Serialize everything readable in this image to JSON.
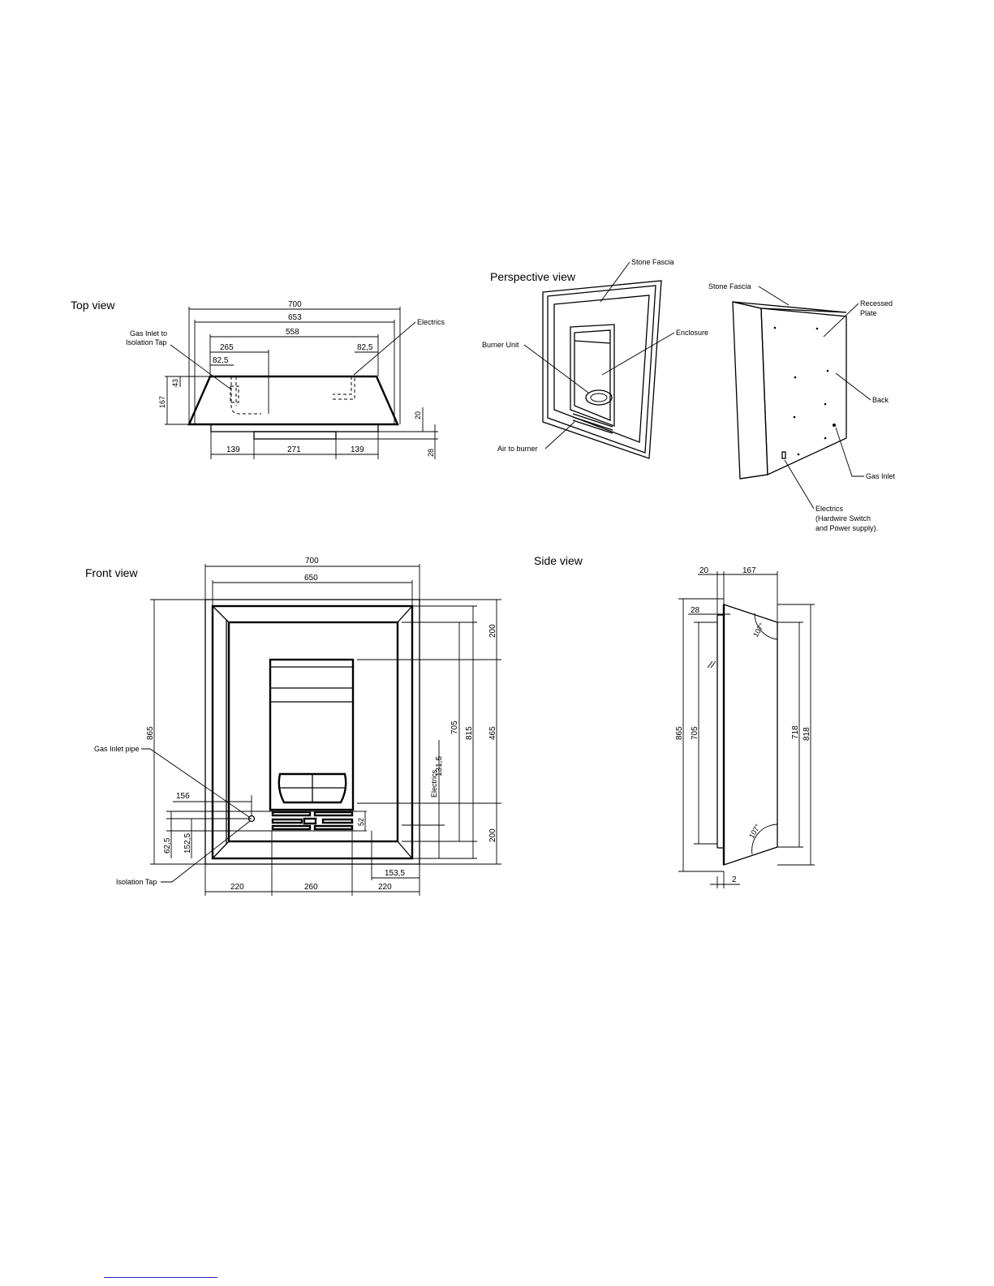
{
  "views": {
    "top": {
      "title": "Top view",
      "dims": [
        "700",
        "653",
        "558",
        "265",
        "82,5",
        "82,5",
        "43",
        "167",
        "20",
        "28",
        "139",
        "271",
        "139"
      ],
      "labels": [
        "Gas Inlet to",
        "Isolation Tap",
        "Electrics"
      ]
    },
    "perspective": {
      "title": "Perspective view",
      "labels": [
        "Stone Fascia",
        "Burner Unit",
        "Enclosure",
        "Air to burner"
      ]
    },
    "rear": {
      "labels": [
        "Stone Fascia",
        "Recessed",
        "Plate",
        "Back",
        "Gas Inlet",
        "Electrics",
        "(Hardwire Switch",
        "and Power supply)."
      ]
    },
    "front": {
      "title": "Front view",
      "dims": [
        "700",
        "650",
        "865",
        "200",
        "465",
        "200",
        "705",
        "815",
        "131,5",
        "156",
        "62,5",
        "152,5",
        "52",
        "153,5",
        "220",
        "260",
        "220"
      ],
      "labels": [
        "Gas Inlet pipe",
        "Isolation Tap",
        "Electrics"
      ]
    },
    "side": {
      "title": "Side view",
      "dims": [
        "20",
        "167",
        "28",
        "865",
        "705",
        "718",
        "818",
        "2",
        "107°",
        "107°"
      ]
    }
  }
}
